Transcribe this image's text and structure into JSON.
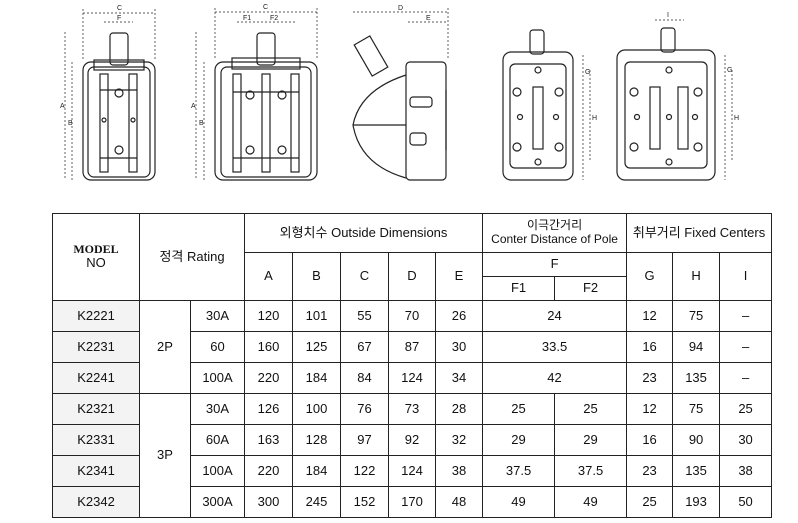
{
  "drawings": {
    "front_2p": {
      "labels": [
        "C",
        "F",
        "A",
        "B"
      ]
    },
    "front_3p": {
      "labels": [
        "C",
        "F1",
        "F2",
        "A",
        "B"
      ]
    },
    "side": {
      "labels": [
        "D",
        "E"
      ]
    },
    "mount_2p": {
      "labels": [
        "G",
        "H"
      ]
    },
    "mount_3p": {
      "labels": [
        "I",
        "G",
        "H"
      ]
    }
  },
  "table": {
    "header": {
      "model": "MODEL",
      "no": "NO",
      "rating": "정격 Rating",
      "outside": "외형치수 Outside Dimensions",
      "pole_ko": "이극간거리",
      "pole_en": "Conter Distance of Pole",
      "fixed": "취부거리 Fixed Centers",
      "A": "A",
      "B": "B",
      "C": "C",
      "D": "D",
      "E": "E",
      "F": "F",
      "F1": "F1",
      "F2": "F2",
      "G": "G",
      "H": "H",
      "I": "I"
    },
    "groups": {
      "p2": "2P",
      "p3": "3P"
    },
    "rows": [
      {
        "model": "K2221",
        "amp": "30A",
        "A": "120",
        "B": "101",
        "C": "55",
        "D": "70",
        "E": "26",
        "F": "24",
        "G": "12",
        "H": "75",
        "I": "–"
      },
      {
        "model": "K2231",
        "amp": "60",
        "A": "160",
        "B": "125",
        "C": "67",
        "D": "87",
        "E": "30",
        "F": "33.5",
        "G": "16",
        "H": "94",
        "I": "–"
      },
      {
        "model": "K2241",
        "amp": "100A",
        "A": "220",
        "B": "184",
        "C": "84",
        "D": "124",
        "E": "34",
        "F": "42",
        "G": "23",
        "H": "135",
        "I": "–"
      },
      {
        "model": "K2321",
        "amp": "30A",
        "A": "126",
        "B": "100",
        "C": "76",
        "D": "73",
        "E": "28",
        "F1": "25",
        "F2": "25",
        "G": "12",
        "H": "75",
        "I": "25"
      },
      {
        "model": "K2331",
        "amp": "60A",
        "A": "163",
        "B": "128",
        "C": "97",
        "D": "92",
        "E": "32",
        "F1": "29",
        "F2": "29",
        "G": "16",
        "H": "90",
        "I": "30"
      },
      {
        "model": "K2341",
        "amp": "100A",
        "A": "220",
        "B": "184",
        "C": "122",
        "D": "124",
        "E": "38",
        "F1": "37.5",
        "F2": "37.5",
        "G": "23",
        "H": "135",
        "I": "38"
      },
      {
        "model": "K2342",
        "amp": "300A",
        "A": "300",
        "B": "245",
        "C": "152",
        "D": "170",
        "E": "48",
        "F1": "49",
        "F2": "49",
        "G": "25",
        "H": "193",
        "I": "50"
      }
    ]
  }
}
